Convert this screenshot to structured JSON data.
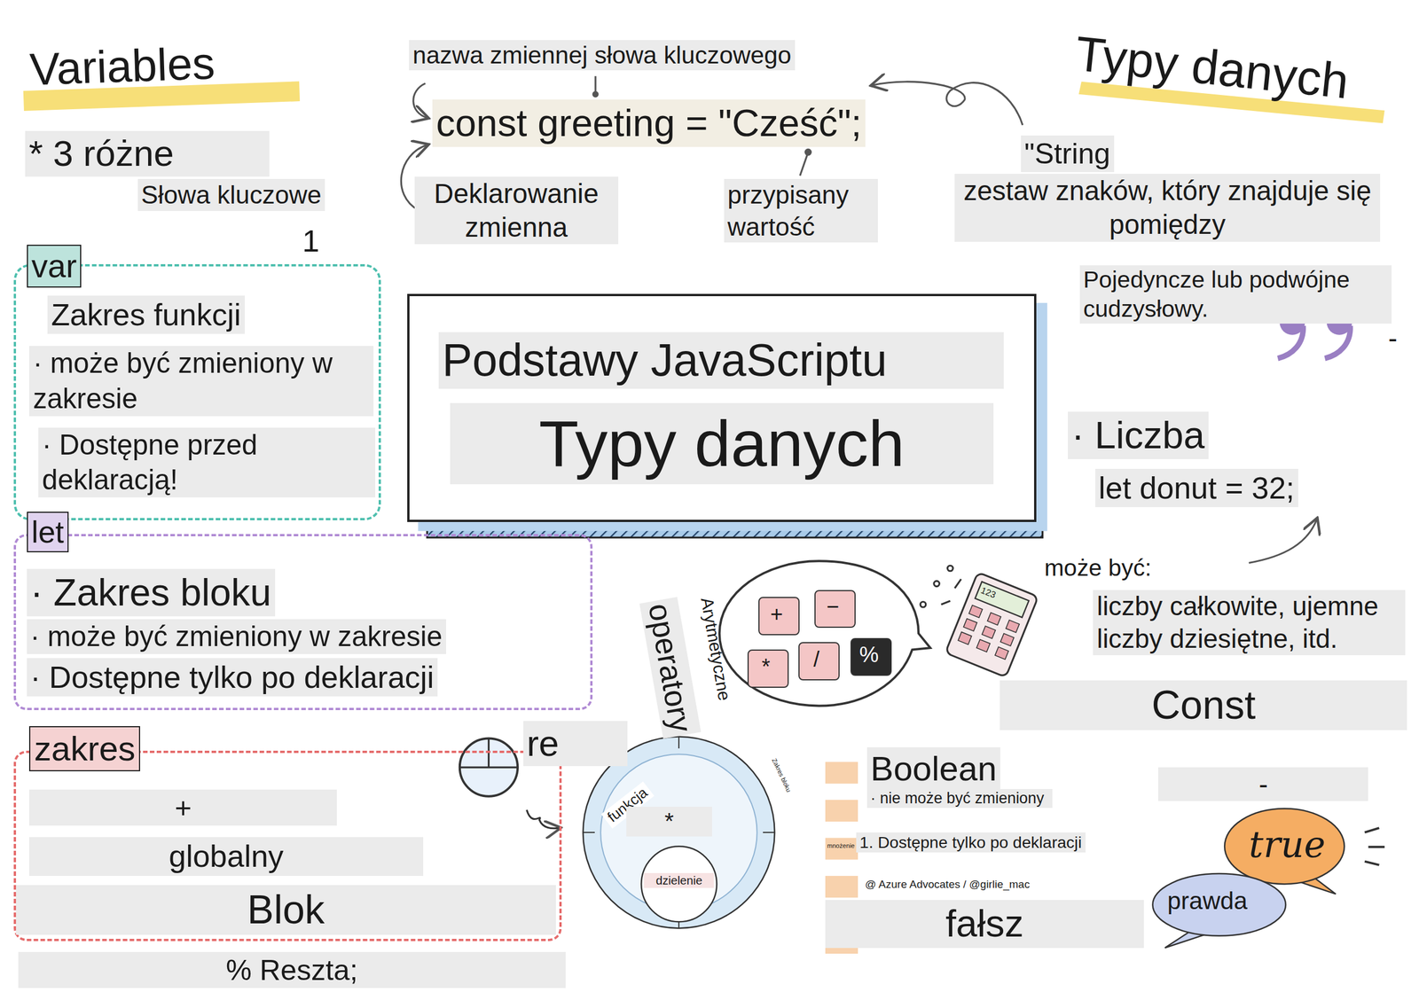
{
  "diagram": {
    "nodes": [
      {
        "text": [
          "var",
          "Zakres funkcji",
          "· może być zmieniony w zakresie",
          "· Dostępne przed deklaracją!"
        ]
      },
      {
        "text": [
          "let",
          "· Zakres bloku",
          "· może być zmieniony w zakresie",
          "· Dostępne tylko po deklaracji"
        ]
      },
      {
        "text": [
          "zakres",
          "+",
          "globalny",
          "Blok"
        ]
      },
      {
        "text": [
          "Podstawy JavaScriptu",
          "Typy danych"
        ]
      },
      {
        "text": [
          "+"
        ]
      },
      {
        "text": [
          "−"
        ]
      },
      {
        "text": [
          "*"
        ]
      },
      {
        "text": [
          "/"
        ]
      },
      {
        "text": [
          "%"
        ]
      },
      {
        "text": [
          "funkcja",
          "*"
        ]
      },
      {
        "text": [
          "dzielenie"
        ],
        "in": 9
      },
      {
        "text": [
          "true"
        ]
      },
      {
        "text": [
          "prawda"
        ]
      }
    ],
    "labels": [
      "Variables",
      "* 3 różne",
      "Słowa kluczowe",
      "1",
      "nazwa zmiennej słowa kluczowego",
      "const greeting = \"Cześć\";",
      "Deklarowanie zmienna",
      "przypisany wartość",
      "Typy danych",
      "\"String",
      "zestaw znaków, który znajduje się pomiędzy",
      "Pojedyncze lub podwójne cudzysłowy.",
      "-",
      "· Liczba",
      "let donut = 32;",
      "może być:",
      "liczby całkowite, ujemne liczby dziesiętne, itd.",
      "Const",
      "Arytmetyczne",
      "operatory",
      "re",
      "Boolean",
      "· nie może być zmieniony",
      "1. Dostępne tylko po deklaracji",
      "@ Azure Advocates / @girlie_mac",
      "fałsz",
      "-",
      "% Reszta;",
      "123",
      "mnożenie",
      "Zakres bloku"
    ]
  }
}
